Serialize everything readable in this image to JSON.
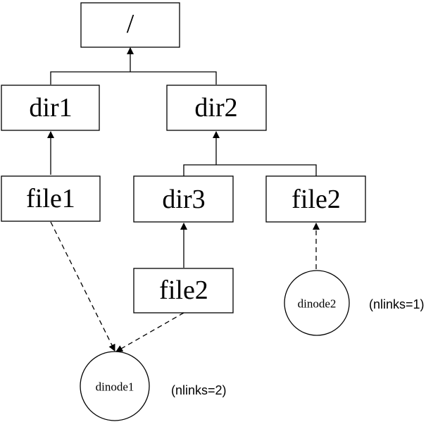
{
  "nodes": {
    "root": "/",
    "dir1": "dir1",
    "dir2": "dir2",
    "file1": "file1",
    "dir3": "dir3",
    "file2_dir2": "file2",
    "file2_dir3": "file2"
  },
  "inodes": {
    "dinode1": "dinode1",
    "dinode2": "dinode2"
  },
  "notes": {
    "dinode1_links": "(nlinks=2)",
    "dinode2_links": "(nlinks=1)"
  }
}
